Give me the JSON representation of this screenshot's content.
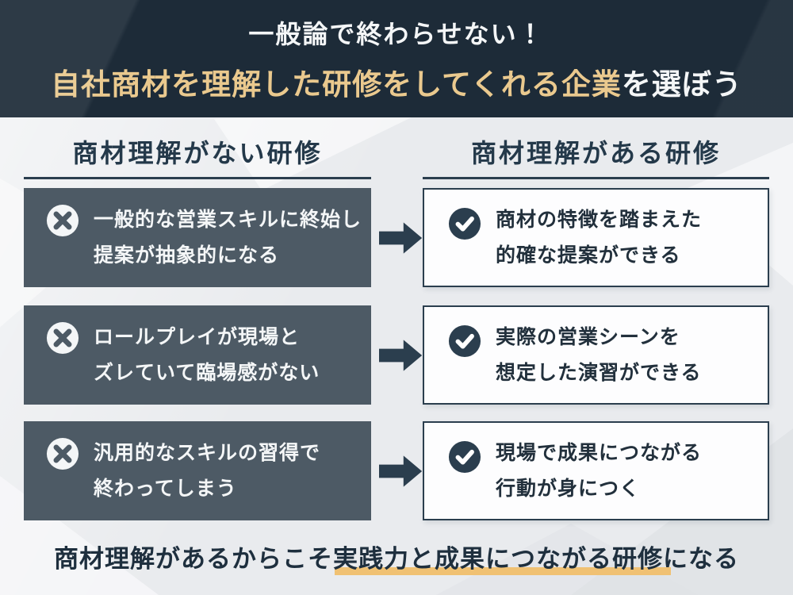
{
  "header": {
    "line1": "一般論で終わらせない！",
    "line2_highlight": "自社商材を理解した研修をしてくれる企業",
    "line2_rest": "を選ぼう"
  },
  "columns": {
    "left": {
      "title": "商材理解がない研修"
    },
    "right": {
      "title": "商材理解がある研修"
    }
  },
  "rows": [
    {
      "negative": {
        "line1": "一般的な営業スキルに終始し",
        "line2": "提案が抽象的になる"
      },
      "positive": {
        "line1": "商材の特徴を踏まえた",
        "line2": "的確な提案ができる"
      }
    },
    {
      "negative": {
        "line1": "ロールプレイが現場と",
        "line2": "ズレていて臨場感がない"
      },
      "positive": {
        "line1": "実際の営業シーンを",
        "line2": "想定した演習ができる"
      }
    },
    {
      "negative": {
        "line1": "汎用的なスキルの習得で",
        "line2": "終わってしまう"
      },
      "positive": {
        "line1": "現場で成果につながる",
        "line2": "行動が身につく"
      }
    }
  ],
  "footer": {
    "prefix": "商材理解があるからこそ",
    "underlined": "実践力と成果につながる研修",
    "suffix": "になる"
  },
  "icons": {
    "negative": "cross-icon",
    "positive": "check-icon",
    "between": "arrow-right-icon"
  },
  "colors": {
    "header_bg": "#1d2b38",
    "gold_text": "#eac98e",
    "page_bg": "#e9ebee",
    "negative_box_bg": "#4d5a65",
    "navy_accent": "#2b3e4e",
    "footer_underline": "#f0c173",
    "positive_box_bg": "#fdfdfe"
  }
}
